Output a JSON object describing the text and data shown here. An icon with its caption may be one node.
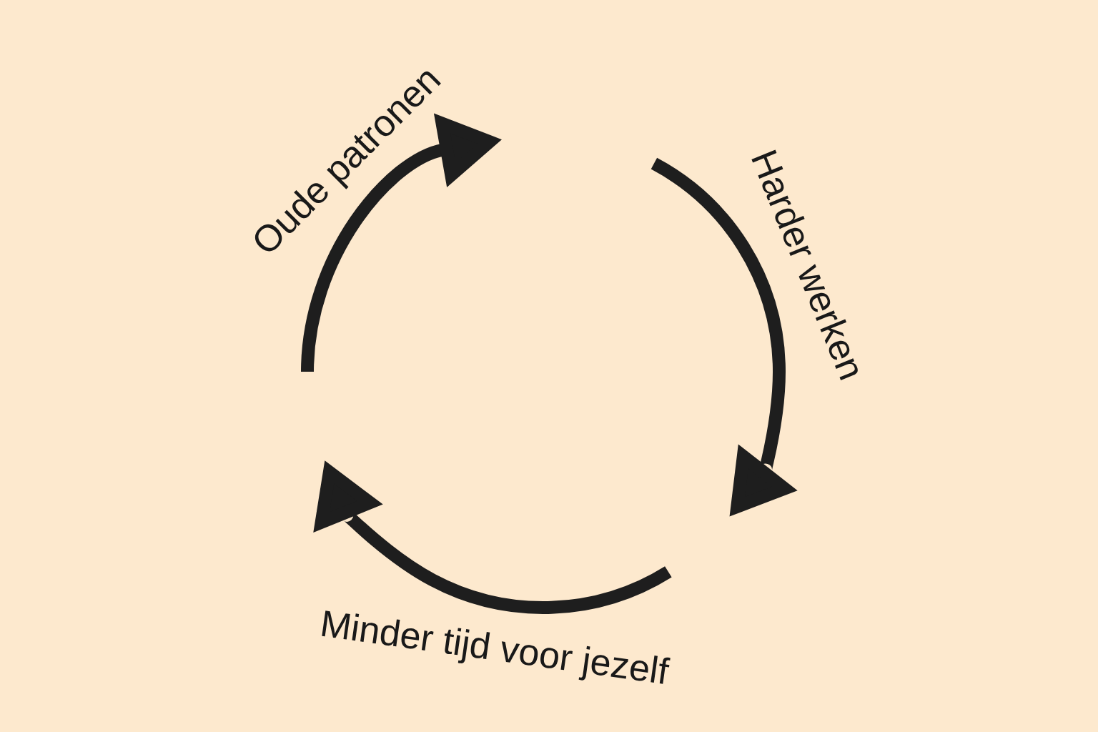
{
  "diagram": {
    "labels": [
      "Oude patronen",
      "Harder werken",
      "Minder tijd voor jezelf"
    ]
  }
}
